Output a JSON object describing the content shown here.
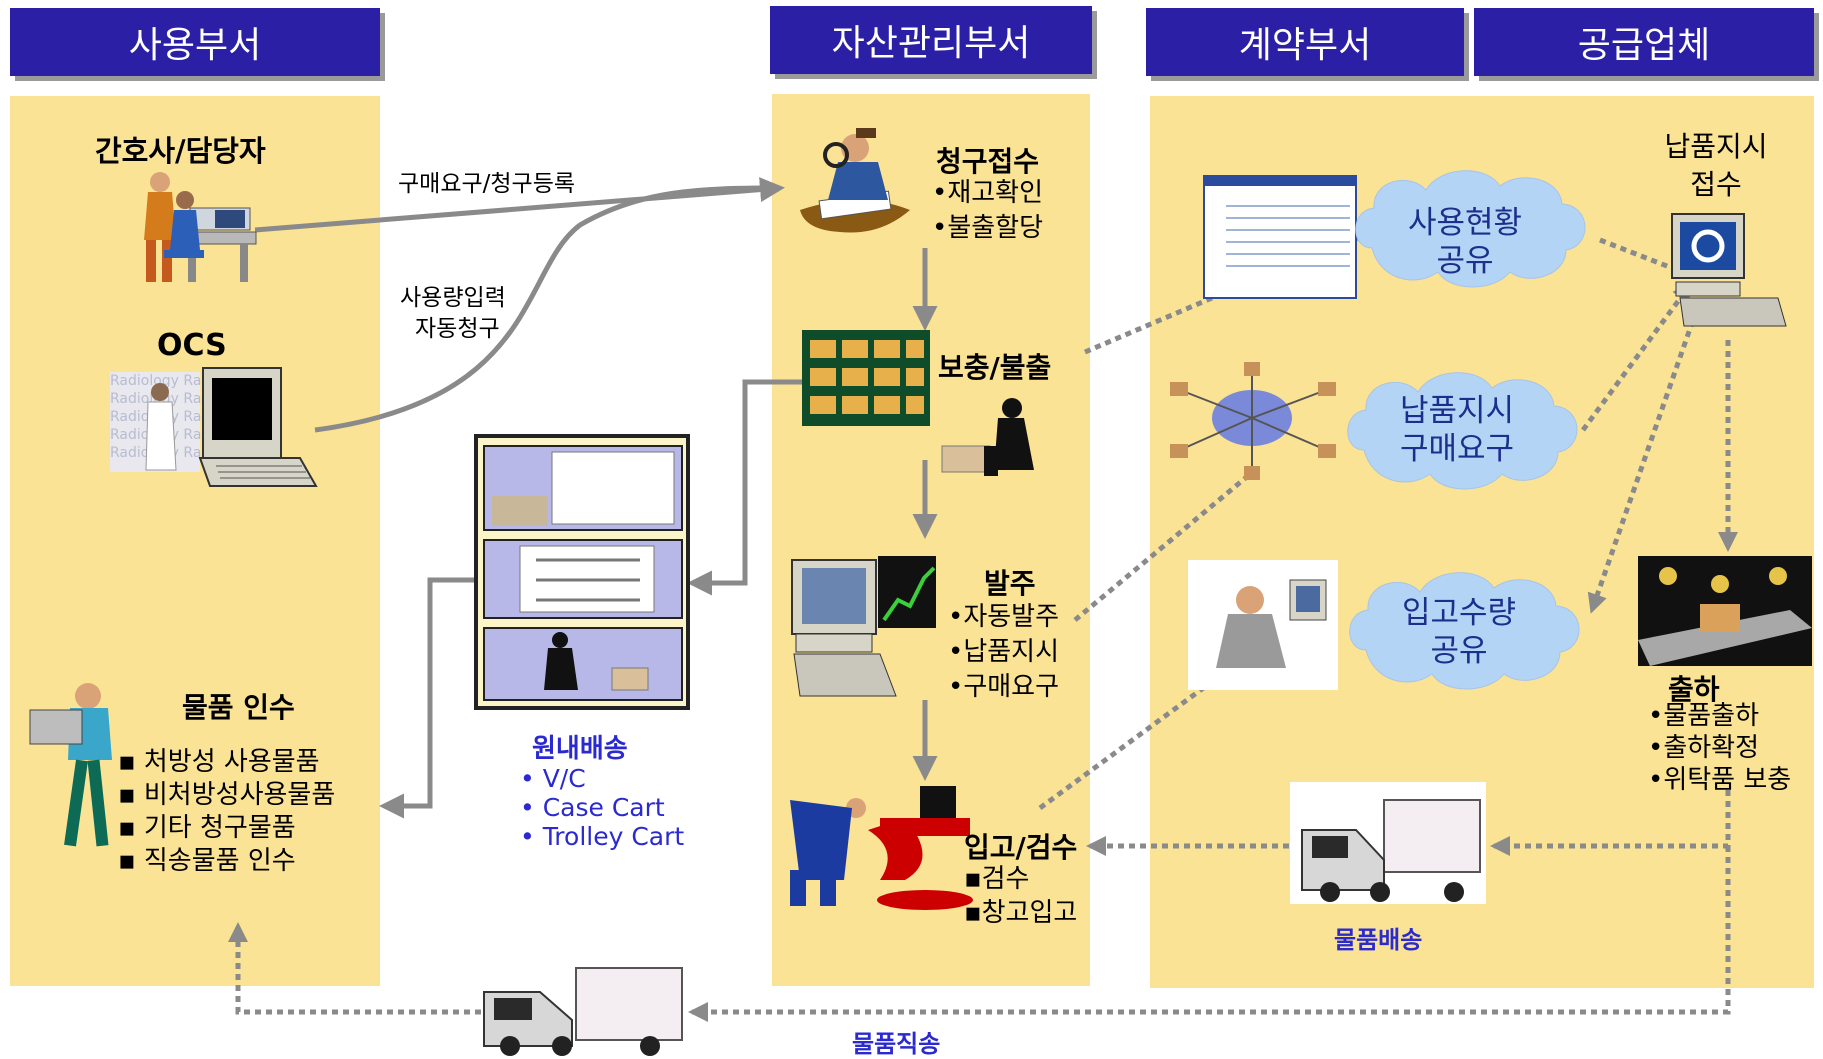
{
  "headers": {
    "user_dept": "사용부서",
    "asset_dept": "자산관리부서",
    "contract_dept": "계약부서",
    "supplier": "공급업체"
  },
  "left": {
    "nurse": "간호사/담당자",
    "ocs": "OCS",
    "receive_title": "물품 인수",
    "receive_items": [
      "처방성 사용물품",
      "비처방성사용물품",
      "기타 청구물품",
      "직송물품 인수"
    ]
  },
  "arrows": {
    "purchase_request": "구매요구/청구등록",
    "usage_input_1": "사용량입력",
    "usage_input_2": "자동청구"
  },
  "internal_delivery": {
    "title": "원내배송",
    "items": [
      "• V/C",
      "• Case Cart",
      "• Trolley Cart"
    ]
  },
  "middle": {
    "claim_title": "청구접수",
    "claim_items": [
      "•재고확인",
      "•불출할당"
    ],
    "supply_title": "보충/불출",
    "order_title": "발주",
    "order_items": [
      "•자동발주",
      "•납품지시",
      "•구매요구"
    ],
    "inspect_title": "입고/검수",
    "inspect_items": [
      "▪검수",
      "▪창고입고"
    ]
  },
  "clouds": {
    "usage": [
      "사용현황",
      "공유"
    ],
    "delivery_order": [
      "납품지시",
      "구매요구"
    ],
    "stock_qty": [
      "입고수량",
      "공유"
    ]
  },
  "right": {
    "delivery_receipt": [
      "납품지시",
      "접수"
    ],
    "shipping_title": "출하",
    "shipping_items": [
      "•물품출하",
      "•출하확정",
      "•위탁품 보충"
    ],
    "goods_delivery": "물품배송",
    "direct_delivery": "물품직송"
  },
  "colors": {
    "header_bg": "#2b1fa6",
    "panel_bg": "#fbe395",
    "cloud": "#b3d4f5",
    "arrow": "#8a8a8a"
  }
}
